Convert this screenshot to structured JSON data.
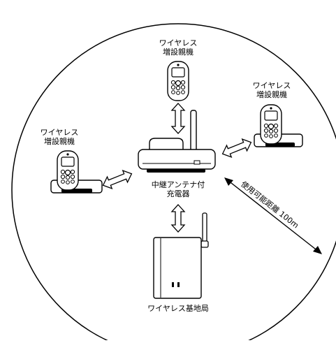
{
  "diagram": {
    "nodes": {
      "handset_top": {
        "line1": "ワイヤレス",
        "line2": "増設親機"
      },
      "handset_left": {
        "line1": "ワイヤレス",
        "line2": "増設親機"
      },
      "handset_right": {
        "line1": "ワイヤレス",
        "line2": "増設親機"
      },
      "charger": {
        "line1": "中継アンテナ付",
        "line2": "充電器"
      },
      "base_station": {
        "label": "ワイヤレス基地局"
      }
    },
    "range_label": "使用可能距離 100m",
    "colors": {
      "stroke": "#000000",
      "fill": "#ffffff"
    }
  }
}
